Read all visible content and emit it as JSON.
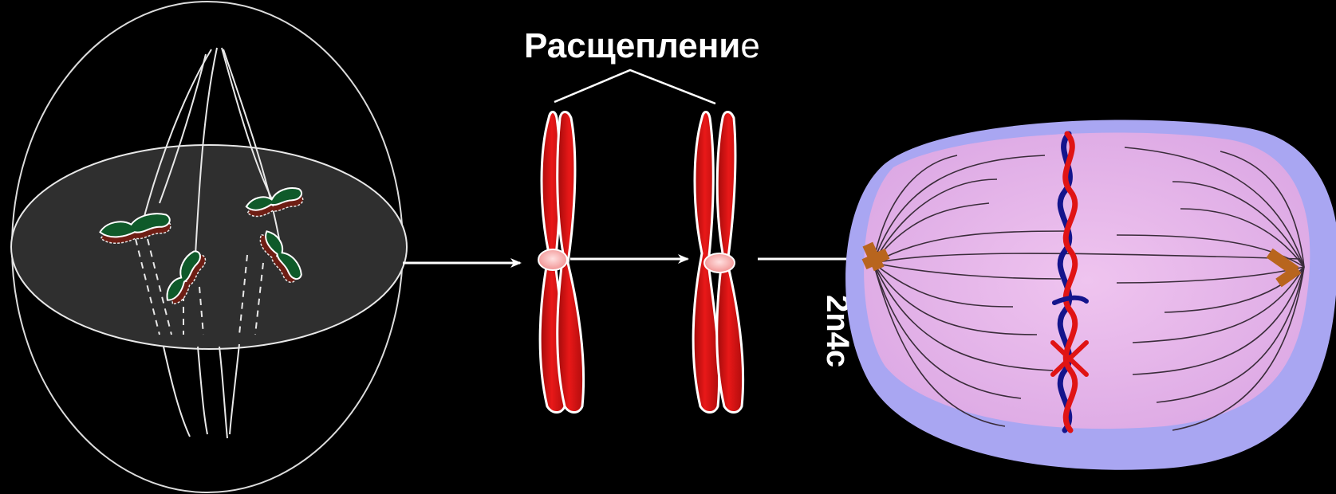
{
  "diagram": {
    "title_main": "Расщеплени",
    "title_suffix": "е",
    "ploidy_label": "2n4c",
    "colors": {
      "background": "#000000",
      "outline": "#ffffff",
      "chromosome_red": "#e01414",
      "centromere": "#f6b8b8",
      "cell_outer": "#a9a6f2",
      "cell_inner": "#e6b3e6",
      "chromatid_blue": "#14148c",
      "centriole": "#b8651e",
      "homolog_green": "#0f5a2a",
      "homolog_brown": "#6e1e14",
      "plate_gray": "#2e2e2e"
    }
  }
}
